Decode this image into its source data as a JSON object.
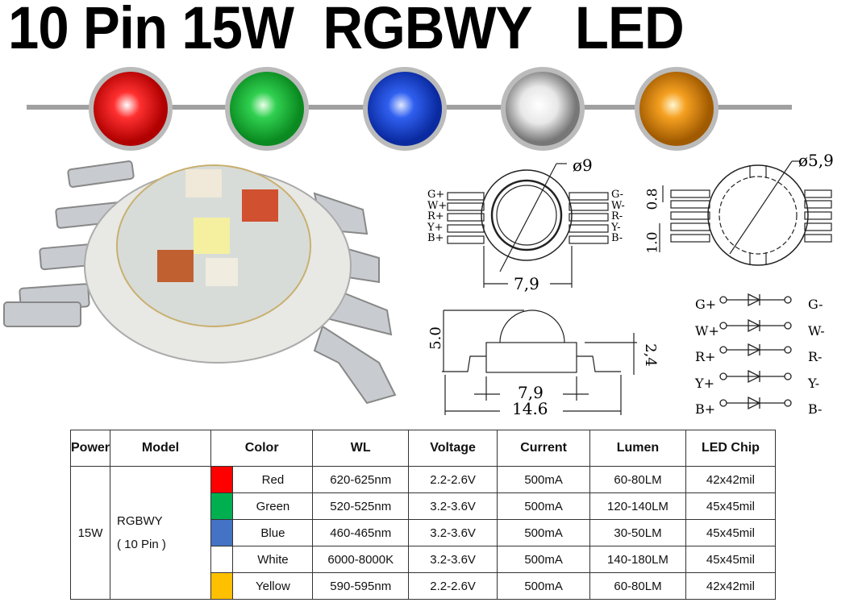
{
  "title": "10 Pin 15W  RGBWY   LED",
  "led_colors": [
    {
      "name": "red",
      "hex": "#e01010"
    },
    {
      "name": "green",
      "hex": "#20c040"
    },
    {
      "name": "blue",
      "hex": "#2050e0"
    },
    {
      "name": "white",
      "hex": "#e8e8e8"
    },
    {
      "name": "yellow",
      "hex": "#f09a20"
    }
  ],
  "diagram": {
    "top_diameter": "ø9",
    "top_width": "7,9",
    "side_diameter": "ø5,9",
    "pin_width": "0.8",
    "pin_pitch": "1.0",
    "height": "5.0",
    "body_height": "2,4",
    "body_width": "7,9",
    "total_width": "14.6",
    "pins_left": [
      "G+",
      "W+",
      "R+",
      "Y+",
      "B+"
    ],
    "pins_right": [
      "G-",
      "W-",
      "R-",
      "Y-",
      "B-"
    ]
  },
  "table": {
    "headers": [
      "Power",
      "Model",
      "Color",
      "WL",
      "Voltage",
      "Current",
      "Lumen",
      "LED Chip"
    ],
    "power": "15W",
    "model_line1": "RGBWY",
    "model_line2": "( 10 Pin )",
    "rows": [
      {
        "swatch": "#ff0000",
        "color": "Red",
        "wl": "620-625nm",
        "voltage": "2.2-2.6V",
        "current": "500mA",
        "lumen": "60-80LM",
        "chip": "42x42mil"
      },
      {
        "swatch": "#00b050",
        "color": "Green",
        "wl": "520-525nm",
        "voltage": "3.2-3.6V",
        "current": "500mA",
        "lumen": "120-140LM",
        "chip": "45x45mil"
      },
      {
        "swatch": "#4472c4",
        "color": "Blue",
        "wl": "460-465nm",
        "voltage": "3.2-3.6V",
        "current": "500mA",
        "lumen": "30-50LM",
        "chip": "45x45mil"
      },
      {
        "swatch": "#ffffff",
        "color": "White",
        "wl": "6000-8000K",
        "voltage": "3.2-3.6V",
        "current": "500mA",
        "lumen": "140-180LM",
        "chip": "45x45mil"
      },
      {
        "swatch": "#ffc000",
        "color": "Yellow",
        "wl": "590-595nm",
        "voltage": "2.2-2.6V",
        "current": "500mA",
        "lumen": "60-80LM",
        "chip": "42x42mil"
      }
    ]
  }
}
